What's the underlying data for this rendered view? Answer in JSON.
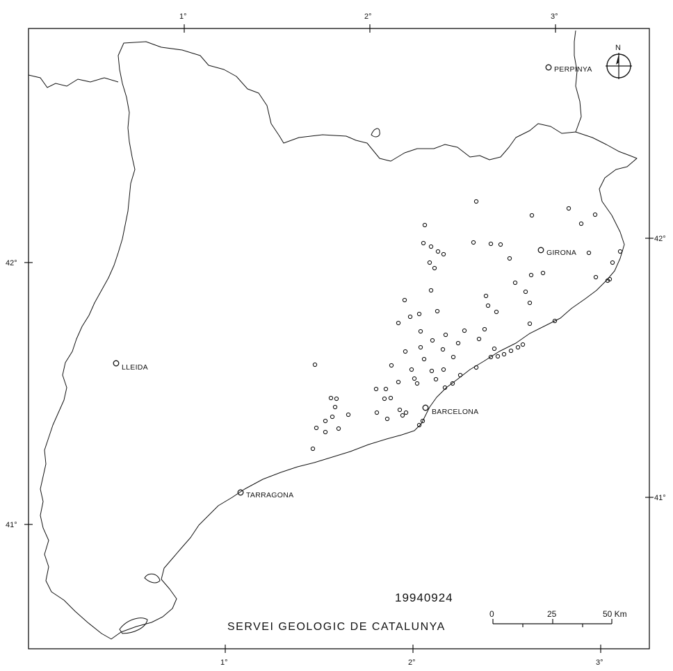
{
  "map": {
    "date": "19940924",
    "source": "SERVEI GEOLOGIC DE CATALUNYA",
    "north_label": "N",
    "top_longitude_ticks": [
      "1°",
      "2°",
      "3°"
    ],
    "bottom_longitude_ticks": [
      "1°",
      "2°",
      "3°"
    ],
    "left_latitude_ticks": [
      "42°",
      "41°"
    ],
    "right_latitude_ticks": [
      "42°",
      "41°"
    ],
    "cities": {
      "perpinya": "PERPINYA",
      "girona": "GIRONA",
      "lleida": "LLEIDA",
      "barcelona": "BARCELONA",
      "tarragona": "TARRAGONA"
    },
    "scale": {
      "labels": [
        "0",
        "25",
        "50 Km"
      ]
    },
    "stroke_color": "#111111",
    "background_color": "#ffffff"
  }
}
